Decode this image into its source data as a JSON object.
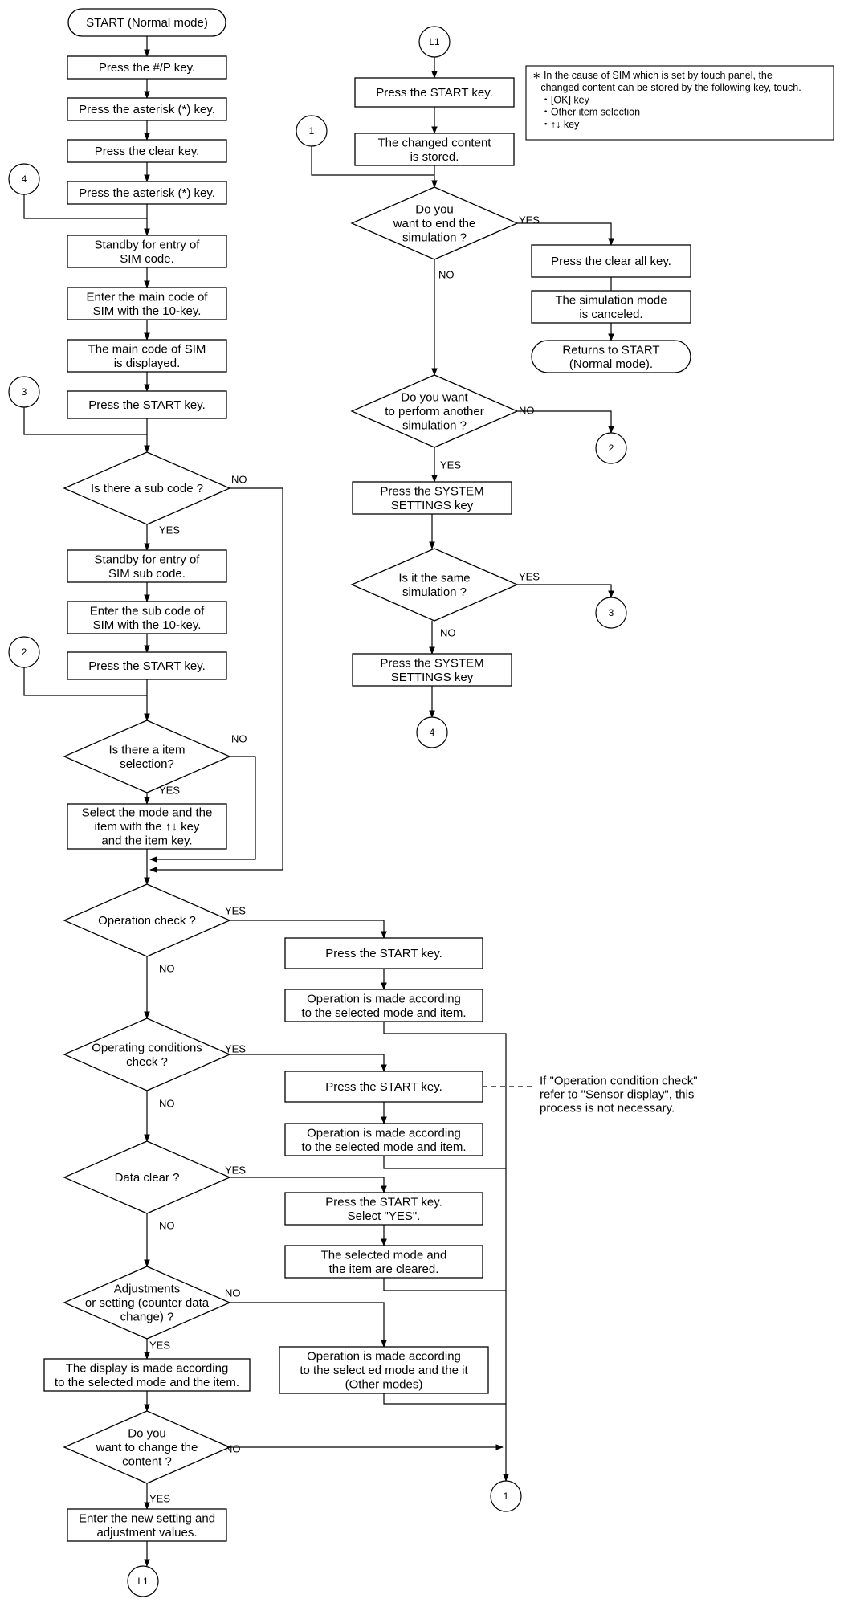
{
  "nodes": [
    {
      "id": "start",
      "text": "START (Normal mode)"
    },
    {
      "id": "hash_p",
      "text": "Press the #/P key."
    },
    {
      "id": "asterisk1",
      "text": "Press the asterisk (*) key."
    },
    {
      "id": "clear",
      "text": "Press the clear key."
    },
    {
      "id": "asterisk2",
      "text": "Press the asterisk (*) key."
    },
    {
      "id": "standby_sim",
      "text": "Standby for entry of\nSIM code."
    },
    {
      "id": "enter_main",
      "text": "Enter the main code of\nSIM with the 10-key."
    },
    {
      "id": "main_disp",
      "text": "The main code of SIM\nis displayed."
    },
    {
      "id": "start_key_a",
      "text": "Press the START key."
    },
    {
      "id": "q_subcode",
      "text": "Is there a sub code ?"
    },
    {
      "id": "standby_sub",
      "text": "Standby for entry of\nSIM sub code."
    },
    {
      "id": "enter_sub",
      "text": "Enter the sub code of\nSIM with the 10-key."
    },
    {
      "id": "start_key_b",
      "text": "Press the START key."
    },
    {
      "id": "q_itemsel",
      "text": "Is there a item\nselection?"
    },
    {
      "id": "select_mode",
      "text": "Select the mode and the\nitem with the ↑↓ key\nand the item key."
    },
    {
      "id": "q_opcheck",
      "text": "Operation check ?"
    },
    {
      "id": "start_key_c",
      "text": "Press the START key."
    },
    {
      "id": "op_made_1",
      "text": "Operation is made according\nto the selected mode and item."
    },
    {
      "id": "q_opcond",
      "text": "Operating conditions\ncheck ?"
    },
    {
      "id": "start_key_d",
      "text": "Press the START key."
    },
    {
      "id": "op_made_2",
      "text": "Operation is made according\nto the selected mode and item."
    },
    {
      "id": "q_dataclear",
      "text": "Data clear ?"
    },
    {
      "id": "start_key_yes",
      "text": "Press the START key.\nSelect \"YES\"."
    },
    {
      "id": "cleared",
      "text": "The selected mode and\nthe item are cleared."
    },
    {
      "id": "q_adjust",
      "text": "Adjustments\nor setting (counter data\nchange) ?"
    },
    {
      "id": "op_made_3",
      "text": "Operation is made according\nto the select ed mode and the it\n(Other modes)"
    },
    {
      "id": "display_made",
      "text": "The display is made according\nto the selected mode and the item."
    },
    {
      "id": "q_change",
      "text": "Do you\nwant to change the\ncontent ?"
    },
    {
      "id": "enter_new",
      "text": "Enter the new setting and\nadjustment values."
    },
    {
      "id": "start_key_e",
      "text": "Press the START key."
    },
    {
      "id": "stored",
      "text": "The changed content\nis stored."
    },
    {
      "id": "q_end",
      "text": "Do you\nwant to end the\nsimulation ?"
    },
    {
      "id": "clear_all",
      "text": "Press the clear all key."
    },
    {
      "id": "sim_canceled",
      "text": "The simulation mode\nis canceled."
    },
    {
      "id": "returns",
      "text": "Returns to START\n(Normal mode)."
    },
    {
      "id": "q_another",
      "text": "Do you want\nto perform another\nsimulation ?"
    },
    {
      "id": "sys_settings_1",
      "text": "Press the SYSTEM\nSETTINGS key"
    },
    {
      "id": "q_same",
      "text": "Is it the same\nsimulation ?"
    },
    {
      "id": "sys_settings_2",
      "text": "Press the SYSTEM\nSETTINGS key"
    }
  ],
  "connectors": {
    "c1": "1",
    "c2": "2",
    "c3": "3",
    "c4": "4",
    "l1": "L1"
  },
  "branch_labels": {
    "yes": "YES",
    "no": "NO"
  },
  "notes": {
    "touch_panel": "∗ In the cause of SIM which is set by touch panel, the\n   changed content can be stored by the following key, touch.\n   ・[OK] key\n   ・Other item selection\n   ・↑↓ key",
    "sensor": "If \"Operation condition check\"\nrefer to \"Sensor display\", this\nprocess is not necessary."
  }
}
